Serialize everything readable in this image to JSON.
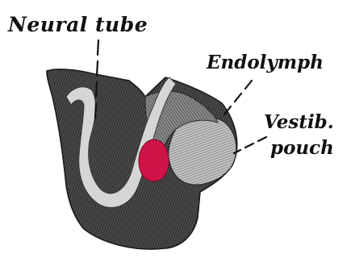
{
  "figure": {
    "labels": {
      "neural_tube": "Neural tube",
      "endolymph": "Endolymph",
      "vestib_line1": "Vestib.",
      "vestib_line2": "pouch"
    },
    "colors": {
      "ink": "#1a1a1a",
      "tissue_dark": "#3a3a3a",
      "tissue_mid": "#6e6e6e",
      "tissue_light": "#b9b9b9",
      "neural_tube_band": "#d8d8d8",
      "red_structure": "#c8123a"
    }
  }
}
